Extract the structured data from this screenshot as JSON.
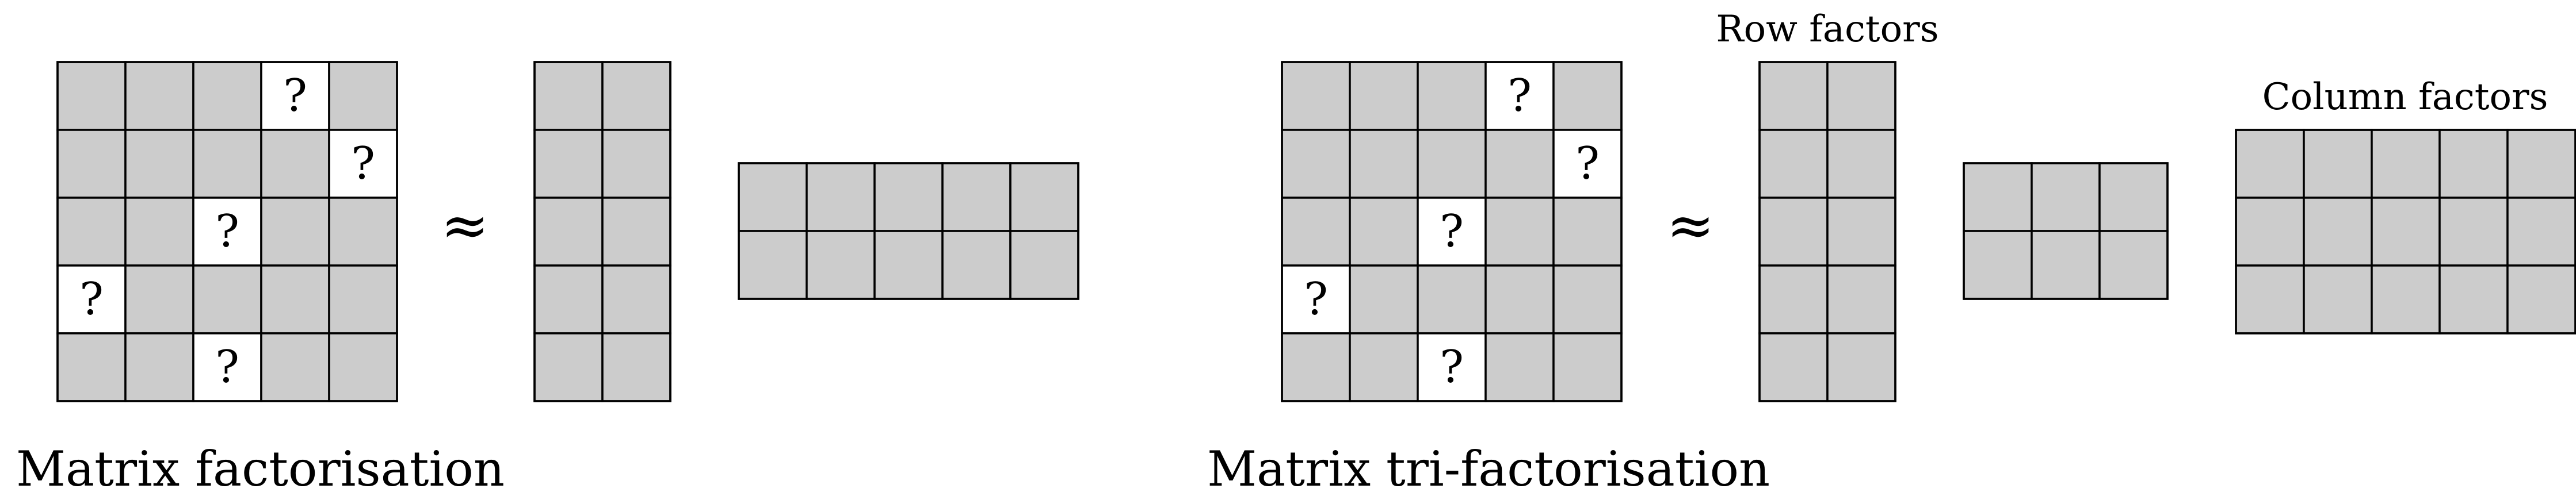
{
  "symbols": {
    "approx": "≈",
    "missing": "?"
  },
  "captions": {
    "left": "Matrix factorisation",
    "right": "Matrix tri-factorisation"
  },
  "labels": {
    "row_factors": "Row factors",
    "column_factors": "Column factors"
  },
  "colors": {
    "filled": "#cccccc",
    "empty": "#ffffff",
    "line": "#000000"
  },
  "matrices": {
    "left_main": {
      "rows": 5,
      "cols": 5,
      "missing": [
        [
          0,
          3
        ],
        [
          1,
          4
        ],
        [
          2,
          2
        ],
        [
          3,
          0
        ],
        [
          4,
          2
        ]
      ]
    },
    "left_row_factor": {
      "rows": 5,
      "cols": 2,
      "missing": []
    },
    "left_col_factor": {
      "rows": 2,
      "cols": 5,
      "missing": []
    },
    "right_main": {
      "rows": 5,
      "cols": 5,
      "missing": [
        [
          0,
          3
        ],
        [
          1,
          4
        ],
        [
          2,
          2
        ],
        [
          3,
          0
        ],
        [
          4,
          2
        ]
      ]
    },
    "right_row_factor": {
      "rows": 5,
      "cols": 2,
      "missing": []
    },
    "right_middle": {
      "rows": 2,
      "cols": 3,
      "missing": []
    },
    "right_col_factor": {
      "rows": 3,
      "cols": 5,
      "missing": []
    }
  }
}
